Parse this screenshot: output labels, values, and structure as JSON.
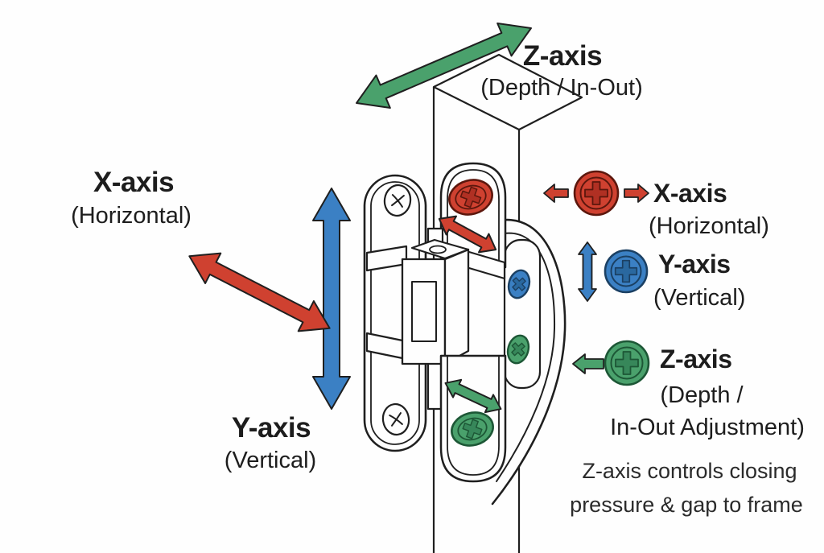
{
  "labels": {
    "z_top": {
      "title": "Z-axis",
      "subtitle": "(Depth / In-Out)"
    },
    "x_left": {
      "title": "X-axis",
      "subtitle": "(Horizontal)"
    },
    "y_bottom": {
      "title": "Y-axis",
      "subtitle": "(Vertical)"
    },
    "legend_x": {
      "title": "X-axis",
      "subtitle": "(Horizontal)"
    },
    "legend_y": {
      "title": "Y-axis",
      "subtitle": "(Vertical)"
    },
    "legend_z": {
      "title": "Z-axis",
      "subtitle_line1": "(Depth /",
      "subtitle_line2": "In-Out Adjustment)"
    },
    "note": {
      "line1": "Z-axis controls closing",
      "line2": "pressure & gap to frame"
    }
  },
  "icons": {
    "legend_x_screw": "red-phillips-screw-icon",
    "legend_y_screw": "blue-phillips-screw-icon",
    "legend_z_screw": "green-phillips-screw-icon",
    "x_axis_arrow": "red-double-arrow-icon",
    "y_axis_arrow": "blue-double-arrow-icon",
    "z_axis_arrow": "green-double-arrow-icon",
    "hinge": "concealed-hinge-line-drawing"
  },
  "colors": {
    "red": "#cf4130",
    "red_dark": "#b03023",
    "red_outline": "#5c170d",
    "blue": "#3b80c4",
    "blue_dark": "#2a689f",
    "blue_outline": "#1b4063",
    "green": "#4aa16c",
    "green_dark": "#37875a",
    "green_outline": "#1d5736",
    "line": "#1f1f1f",
    "text": "#1d1d1d",
    "background": "#fefefe"
  }
}
